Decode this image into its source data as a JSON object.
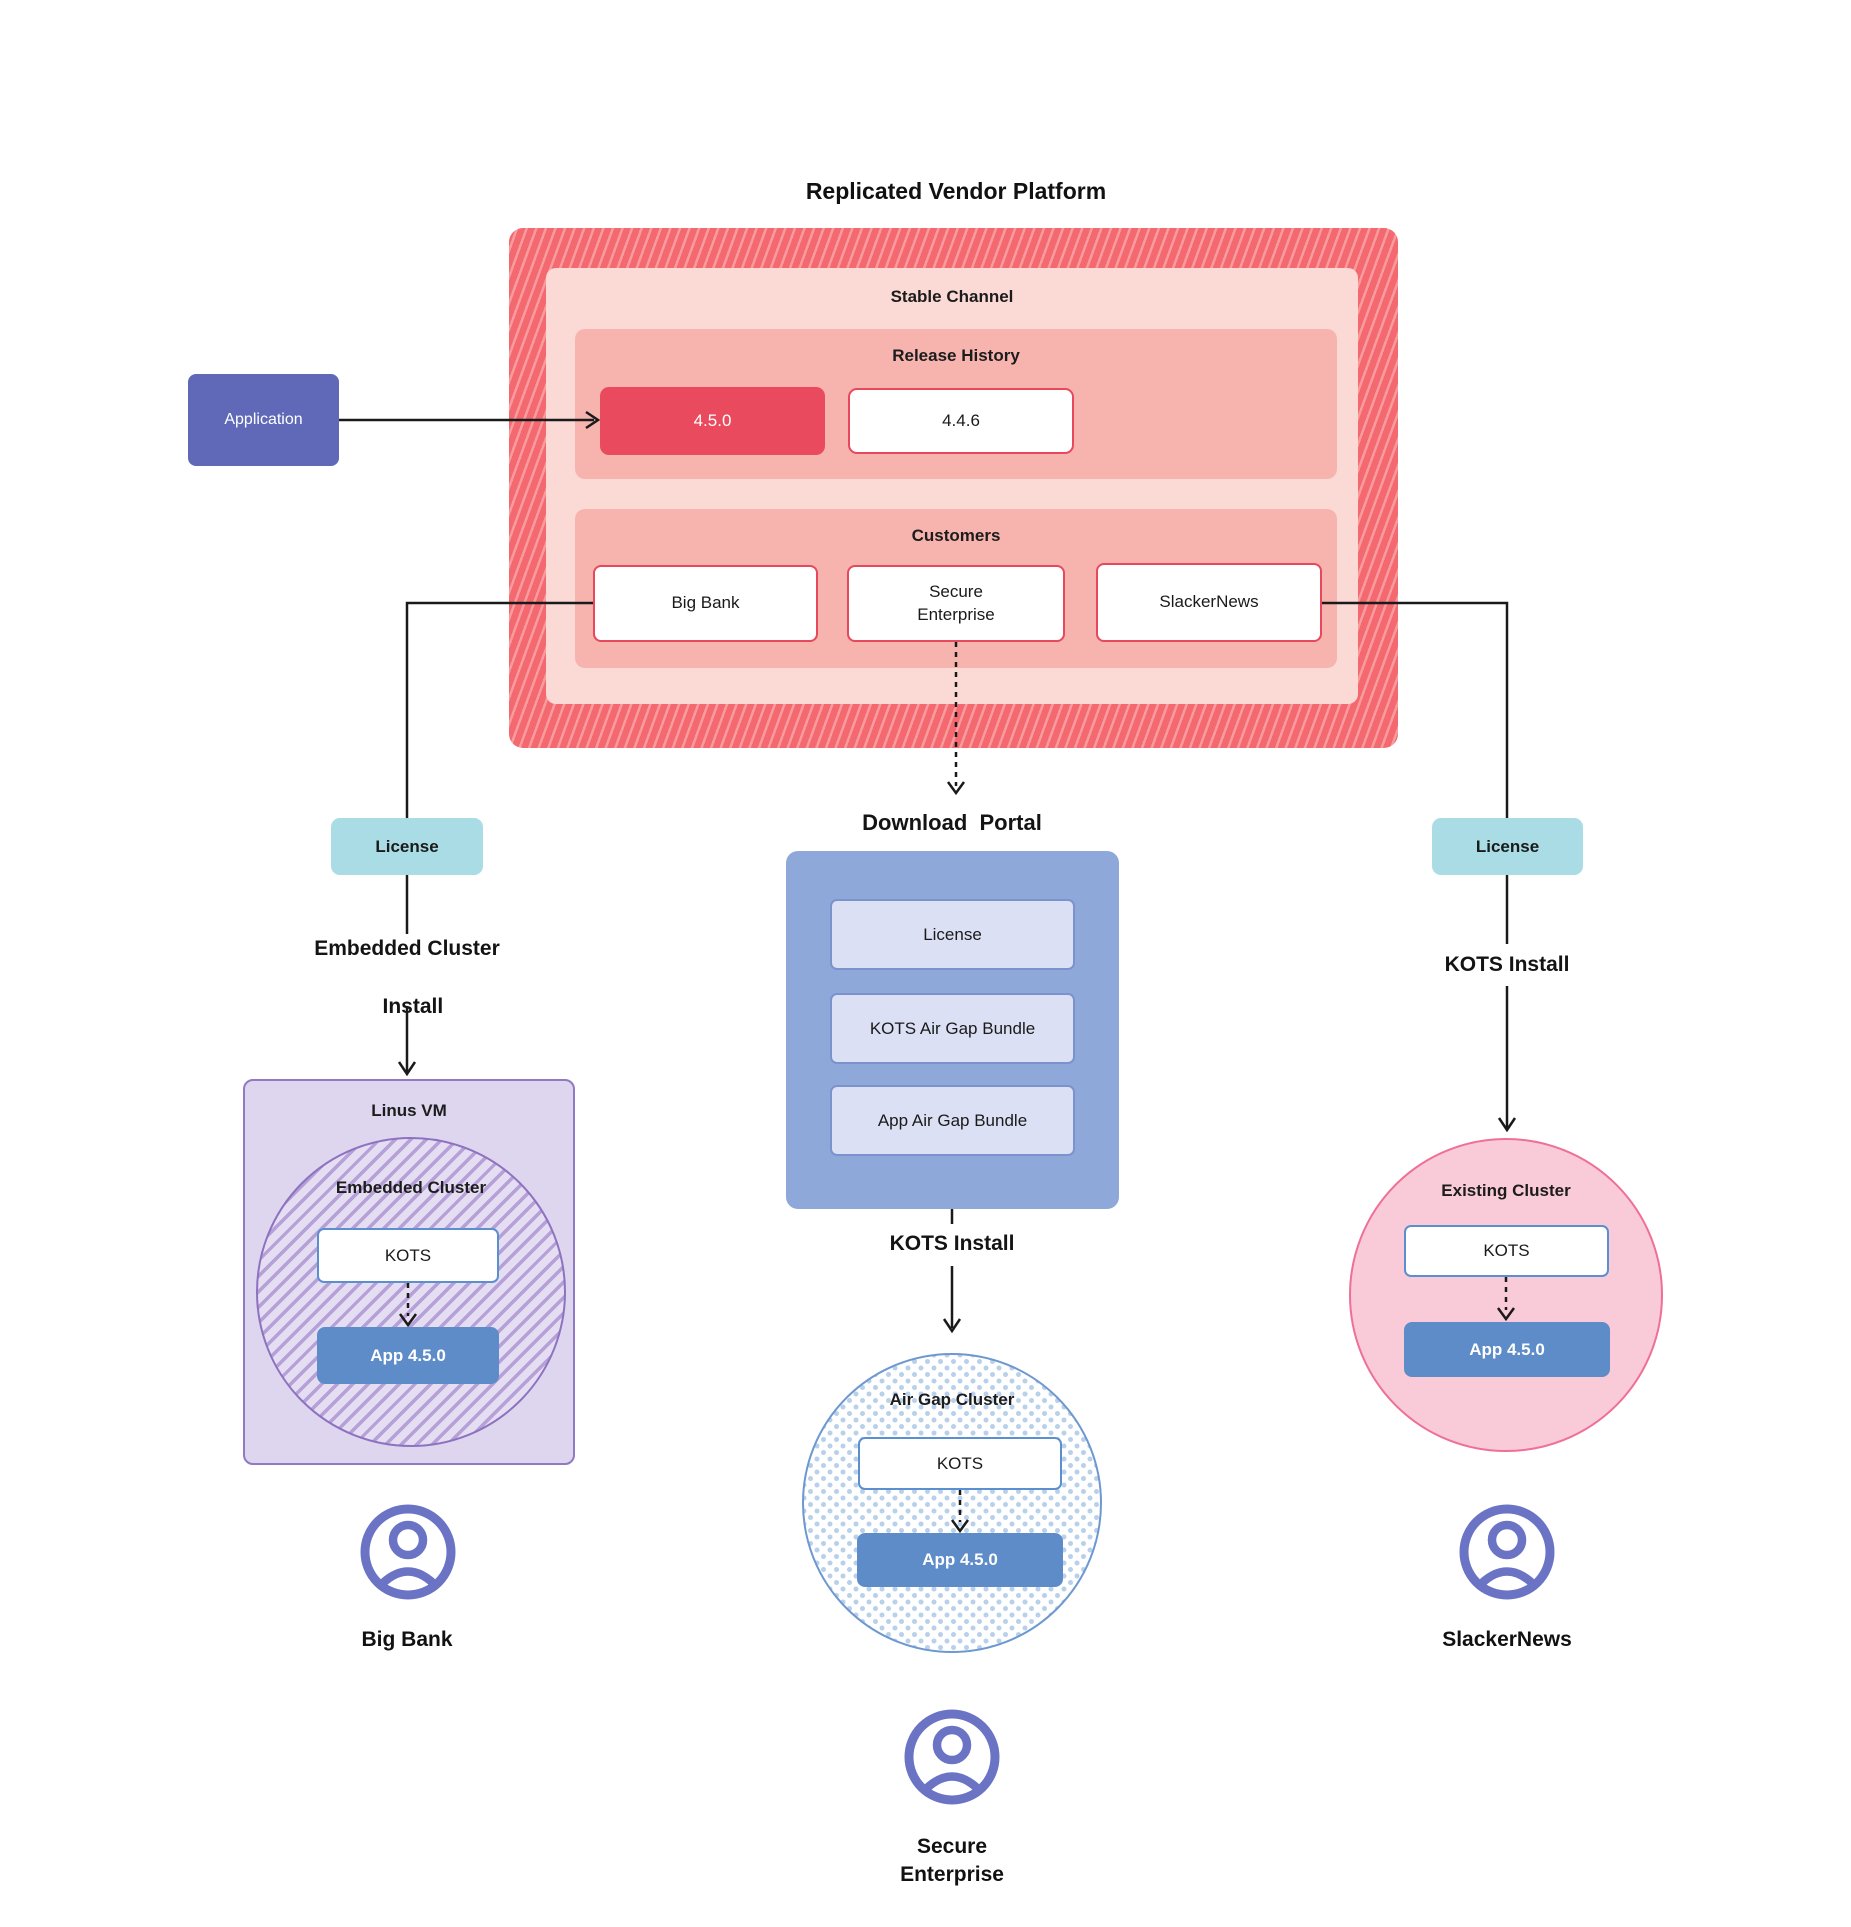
{
  "title": "Replicated Vendor Platform",
  "application": {
    "label": "Application"
  },
  "platform": {
    "stable_channel": {
      "label": "Stable Channel",
      "release_history": {
        "label": "Release History",
        "releases": [
          {
            "version": "4.5.0",
            "highlight": true
          },
          {
            "version": "4.4.6",
            "highlight": false
          }
        ]
      },
      "customers": {
        "label": "Customers",
        "items": [
          {
            "label": "Big Bank"
          },
          {
            "label": "Secure Enterprise"
          },
          {
            "label": "SlackerNews"
          }
        ]
      }
    }
  },
  "licenses": {
    "left": "License",
    "right": "License"
  },
  "flow_labels": {
    "embedded_cluster_install_line1": "Embedded Cluster",
    "embedded_cluster_install_line2": "Install",
    "kots_install_center": "KOTS Install",
    "kots_install_right": "KOTS Install"
  },
  "download_portal": {
    "title": "Download  Portal",
    "items": [
      {
        "label": "License"
      },
      {
        "label": "KOTS Air Gap Bundle"
      },
      {
        "label": "App Air Gap Bundle"
      }
    ]
  },
  "linus_vm": {
    "title": "Linus VM",
    "embedded_cluster": {
      "title": "Embedded Cluster",
      "kots": "KOTS",
      "app": "App 4.5.0"
    }
  },
  "air_gap_cluster": {
    "title": "Air Gap Cluster",
    "kots": "KOTS",
    "app": "App 4.5.0"
  },
  "existing_cluster": {
    "title": "Existing Cluster",
    "kots": "KOTS",
    "app": "App 4.5.0"
  },
  "users": {
    "big_bank": "Big Bank",
    "secure_enterprise": "Secure Enterprise",
    "slackernews": "SlackerNews"
  },
  "colors": {
    "platform_stripe_base": "#f3696f",
    "platform_stripe_light": "#f89b9f",
    "stable_channel_bg": "#fbdad6",
    "section_bg": "#f7b4ae",
    "release_highlight": "#e94a5e",
    "red_border": "#e8485c",
    "application_bg": "#5f69b8",
    "license_bg": "#a9dce4",
    "download_portal_bg": "#8ea9d9",
    "download_item_bg": "#dbe0f5",
    "linus_vm_bg": "#ded5ee",
    "purple_border": "#9179c4",
    "app_box_bg": "#5e8cc8",
    "kots_border": "#5b8fd0",
    "existing_cluster_bg": "#f9cbd8",
    "existing_cluster_border": "#ef6f96",
    "airgap_border": "#6d98d0",
    "person_icon": "#6b73c5",
    "wire": "#1a1a1a"
  }
}
